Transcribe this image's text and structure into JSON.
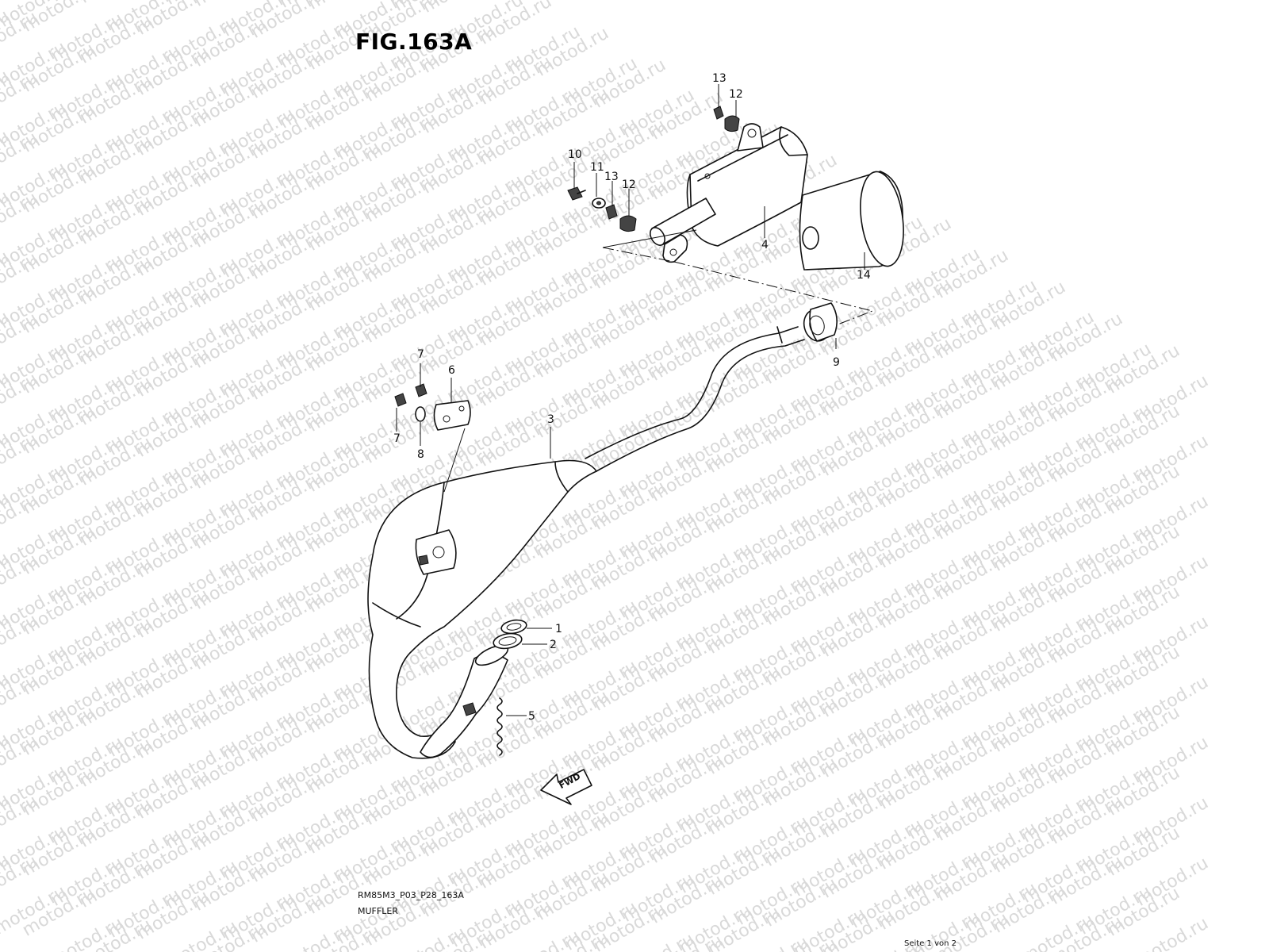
{
  "figure": {
    "title": "FIG.163A",
    "code": "RM85M3_P03_P28_163A",
    "name": "MUFFLER",
    "page_indicator": "Seite 1 von 2"
  },
  "watermark": {
    "text": "motod.ru",
    "color": "#d9d9d9"
  },
  "callouts": [
    "1",
    "2",
    "3",
    "4",
    "5",
    "6",
    "7",
    "7",
    "8",
    "9",
    "10",
    "11",
    "12",
    "12",
    "13",
    "13",
    "14"
  ],
  "direction_label": "FWD",
  "colors": {
    "line": "#111111",
    "background": "#ffffff"
  }
}
